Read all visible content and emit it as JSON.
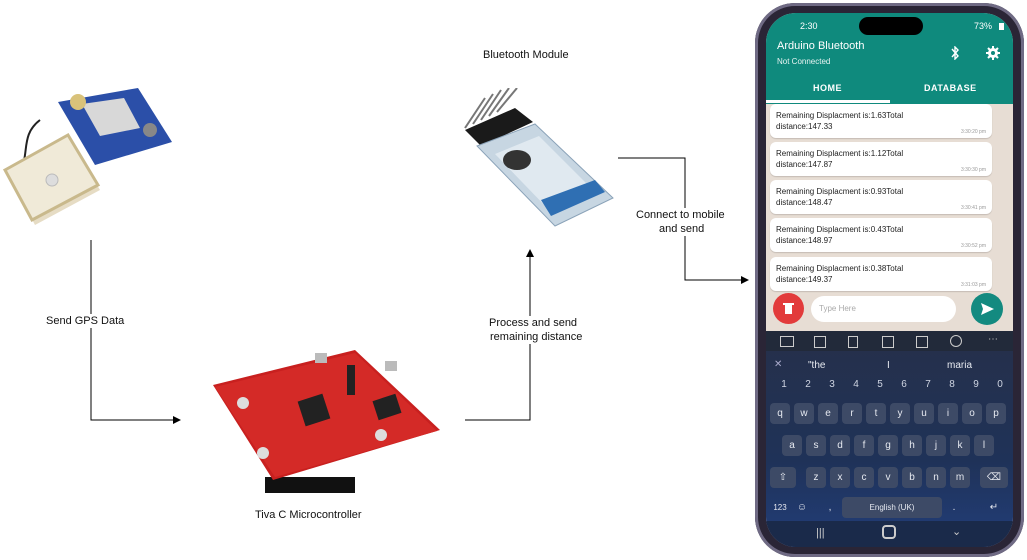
{
  "diagram": {
    "labels": {
      "bluetooth_module": "Bluetooth Module",
      "send_gps": "Send GPS Data",
      "process_line1": "Process and send",
      "process_line2": "remaining distance",
      "connect_line1": "Connect to mobile",
      "connect_line2": "and send",
      "tiva": "Tiva C Microcontroller"
    }
  },
  "phone": {
    "status": {
      "time": "2:30",
      "battery": "73%"
    },
    "app_title": "Arduino Bluetooth",
    "app_subtitle": "Not Connected",
    "tabs": [
      "HOME",
      "DATABASE"
    ],
    "messages": [
      {
        "line1": "Remaining Displacment is:1.63Total",
        "line2": "distance:147.33",
        "time": "3:30:20 pm"
      },
      {
        "line1": "Remaining Displacment is:1.12Total",
        "line2": "distance:147.87",
        "time": "3:30:30 pm"
      },
      {
        "line1": "Remaining Displacment is:0.93Total",
        "line2": "distance:148.47",
        "time": "3:30:41 pm"
      },
      {
        "line1": "Remaining Displacment is:0.43Total",
        "line2": "distance:148.97",
        "time": "3:30:52 pm"
      },
      {
        "line1": "Remaining Displacment is:0.38Total",
        "line2": "distance:149.37",
        "time": "3:31:03 pm"
      }
    ],
    "input_placeholder": "Type Here",
    "keyboard": {
      "suggestions": [
        "\"the",
        "I",
        "maria"
      ],
      "numbers": [
        "1",
        "2",
        "3",
        "4",
        "5",
        "6",
        "7",
        "8",
        "9",
        "0"
      ],
      "row1": [
        "q",
        "w",
        "e",
        "r",
        "t",
        "y",
        "u",
        "i",
        "o",
        "p"
      ],
      "row2": [
        "a",
        "s",
        "d",
        "f",
        "g",
        "h",
        "j",
        "k",
        "l"
      ],
      "row3": [
        "z",
        "x",
        "c",
        "v",
        "b",
        "n",
        "m"
      ],
      "key_123": "123",
      "space_label": "English (UK)"
    }
  }
}
